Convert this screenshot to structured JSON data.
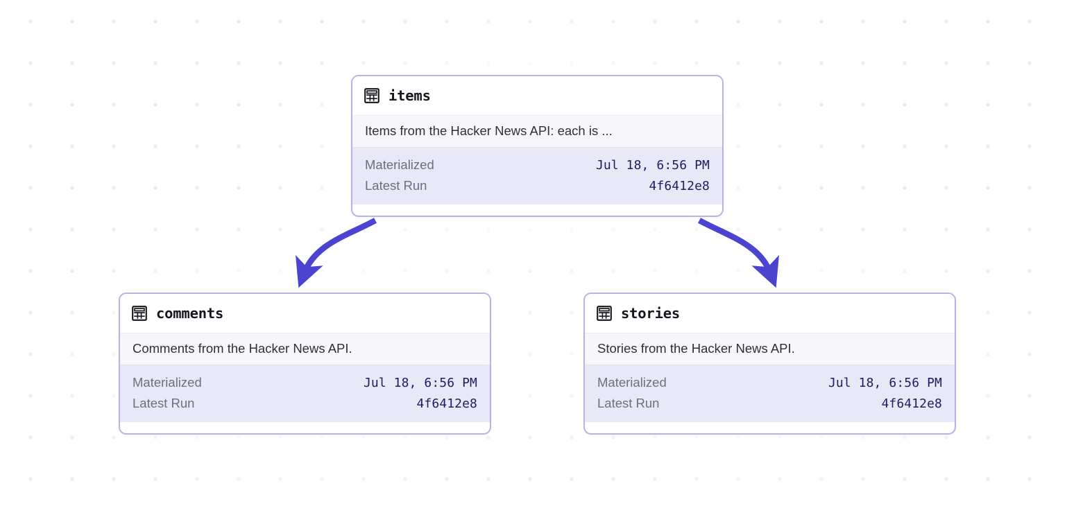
{
  "canvas": {
    "background_color": "#ffffff",
    "dot_color": "#eaeaec",
    "edge_color": "#4c43d1",
    "node_border_color": "#b7b2ea",
    "node_meta_background": "#e8e8f7",
    "node_desc_background": "#f7f7fb"
  },
  "nodes": [
    {
      "id": "items",
      "icon": "table-icon",
      "title": "items",
      "description": "Items from the Hacker News API: each is ...",
      "meta": [
        {
          "label": "Materialized",
          "value": "Jul 18, 6:56 PM"
        },
        {
          "label": "Latest Run",
          "value": "4f6412e8"
        }
      ]
    },
    {
      "id": "comments",
      "icon": "table-icon",
      "title": "comments",
      "description": "Comments from the Hacker News API.",
      "meta": [
        {
          "label": "Materialized",
          "value": "Jul 18, 6:56 PM"
        },
        {
          "label": "Latest Run",
          "value": "4f6412e8"
        }
      ]
    },
    {
      "id": "stories",
      "icon": "table-icon",
      "title": "stories",
      "description": "Stories from the Hacker News API.",
      "meta": [
        {
          "label": "Materialized",
          "value": "Jul 18, 6:56 PM"
        },
        {
          "label": "Latest Run",
          "value": "4f6412e8"
        }
      ]
    }
  ],
  "edges": [
    {
      "from": "items",
      "to": "comments",
      "marker": "arrowhead"
    },
    {
      "from": "items",
      "to": "stories",
      "marker": "arrowhead"
    }
  ]
}
